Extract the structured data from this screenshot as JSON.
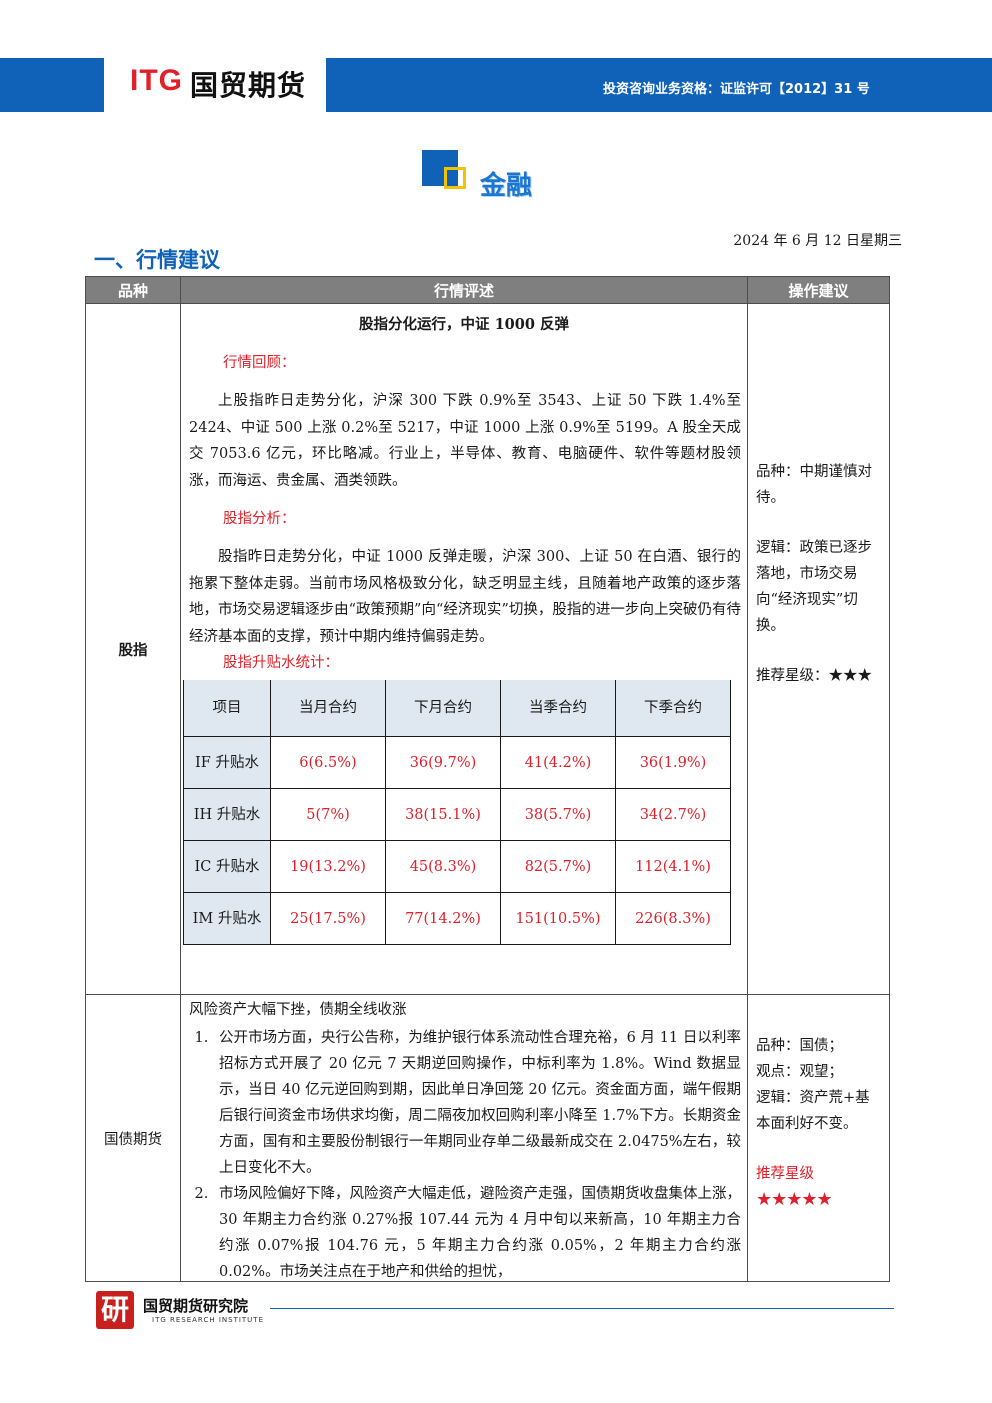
{
  "header": {
    "logo_itg": "ITG",
    "logo_cn": "国贸期货",
    "license": "投资咨询业务资格：证监许可【2012】31 号"
  },
  "section": {
    "name": "金融"
  },
  "date": "2024 年 6 月 12 日星期三",
  "heading": "一、行情建议",
  "table": {
    "columns": [
      "品种",
      "行情评述",
      "操作建议"
    ],
    "rows": [
      {
        "category": "股指",
        "title": "股指分化运行，中证 1000 反弹",
        "review_label": "行情回顾：",
        "review_text": "上股指昨日走势分化，沪深 300 下跌 0.9%至 3543、上证 50 下跌 1.4%至 2424、中证 500 上涨 0.2%至 5217，中证 1000 上涨 0.9%至 5199。A 股全天成交 7053.6 亿元，环比略减。行业上，半导体、教育、电脑硬件、软件等题材股领涨，而海运、贵金属、酒类领跌。",
        "analysis_label": "股指分析：",
        "analysis_text": "股指昨日走势分化，中证 1000 反弹走暖，沪深 300、上证 50 在白酒、银行的拖累下整体走弱。当前市场风格极致分化，缺乏明显主线，且随着地产政策的逐步落地，市场交易逻辑逐步由“政策预期”向“经济现实”切换，股指的进一步向上突破仍有待经济基本面的支撑，预计中期内维持偏弱走势。",
        "basis_label": "股指升贴水统计：",
        "basis_table": {
          "header": [
            "项目",
            "当月合约",
            "下月合约",
            "当季合约",
            "下季合约"
          ],
          "rows": [
            [
              "IF 升贴水",
              "6(6.5%)",
              "36(9.7%)",
              "41(4.2%)",
              "36(1.9%)"
            ],
            [
              "IH 升贴水",
              "5(7%)",
              "38(15.1%)",
              "38(5.7%)",
              "34(2.7%)"
            ],
            [
              "IC 升贴水",
              "19(13.2%)",
              "45(8.3%)",
              "82(5.7%)",
              "112(4.1%)"
            ],
            [
              "IM 升贴水",
              "25(17.5%)",
              "77(14.2%)",
              "151(10.5%)",
              "226(8.3%)"
            ]
          ]
        },
        "advice": {
          "variety": "品种：中期谨慎对待。",
          "logic": "逻辑：政策已逐步落地，市场交易向“经济现实”切换。",
          "rating": "推荐星级：★★★",
          "stars": 3
        }
      },
      {
        "category": "国债期货",
        "title": "风险资产大幅下挫，债期全线收涨",
        "items": [
          "公开市场方面，央行公告称，为维护银行体系流动性合理充裕，6 月 11 日以利率招标方式开展了 20 亿元 7 天期逆回购操作，中标利率为 1.8%。Wind 数据显示，当日 40 亿元逆回购到期，因此单日净回笼 20 亿元。资金面方面，端午假期后银行间资金市场供求均衡，周二隔夜加权回购利率小降至 1.7%下方。长期资金方面，国有和主要股份制银行一年期同业存单二级最新成交在 2.0475%左右，较上日变化不大。",
          "市场风险偏好下降，风险资产大幅走低，避险资产走强，国债期货收盘集体上涨，30 年期主力合约涨 0.27%报 107.44 元为 4 月中旬以来新高，10 年期主力合约涨 0.07%报 104.76 元，5 年期主力合约涨 0.05%，2 年期主力合约涨 0.02%。市场关注点在于地产和供给的担忧，"
        ],
        "advice": {
          "variety": "品种：国债；",
          "view": "观点：观望；",
          "logic": "逻辑：资产荒+基本面利好不变。",
          "rating_label": "推荐星级",
          "stars_text": "★★★★★",
          "stars": 5
        }
      }
    ]
  },
  "footer": {
    "seal": "研",
    "institute": "国贸期货研究院",
    "institute_en": "ITG RESEARCH INSTITUTE"
  }
}
